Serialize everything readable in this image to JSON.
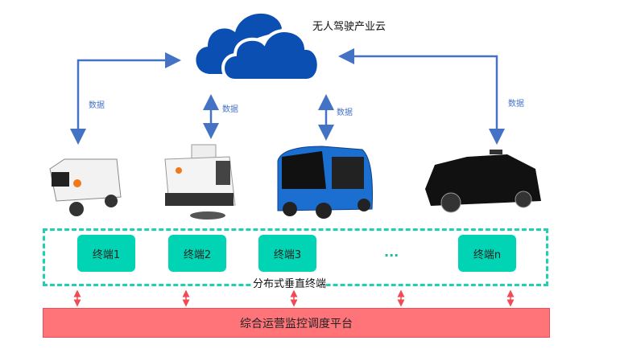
{
  "cloud": {
    "title": "无人驾驶产业云"
  },
  "data_labels": [
    "数据",
    "数据",
    "数据",
    "数据"
  ],
  "terminals": [
    "终端1",
    "终端2",
    "终端3",
    "终端n"
  ],
  "ellipsis": "...",
  "terminal_group_label": "分布式垂直终端",
  "platform_label": "综合运营监控调度平台",
  "colors": {
    "cloud": "#0b4fb3",
    "arrow": "#4472c4",
    "terminal": "#00d4b4",
    "platform": "#fe7479",
    "red_arrow": "#f04a55"
  }
}
